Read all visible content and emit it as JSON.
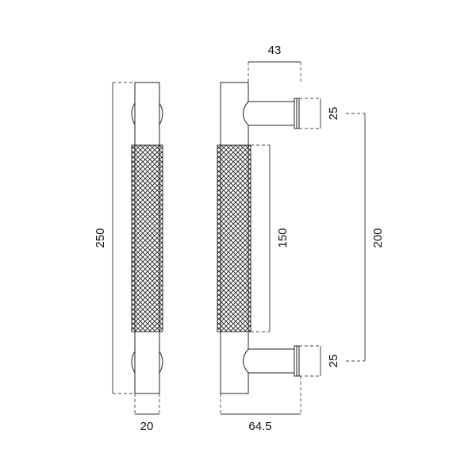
{
  "drawing": {
    "title": "Knurled pull handle dimensions",
    "dimensions": {
      "overall_length": "250",
      "bar_diameter": "20",
      "projection": "43",
      "post_diameter_top": "25",
      "post_diameter_bottom": "25",
      "knurl_length": "150",
      "center_to_center": "200",
      "overall_depth": "64.5"
    },
    "colors": {
      "line": "#222222",
      "background": "#ffffff"
    }
  }
}
